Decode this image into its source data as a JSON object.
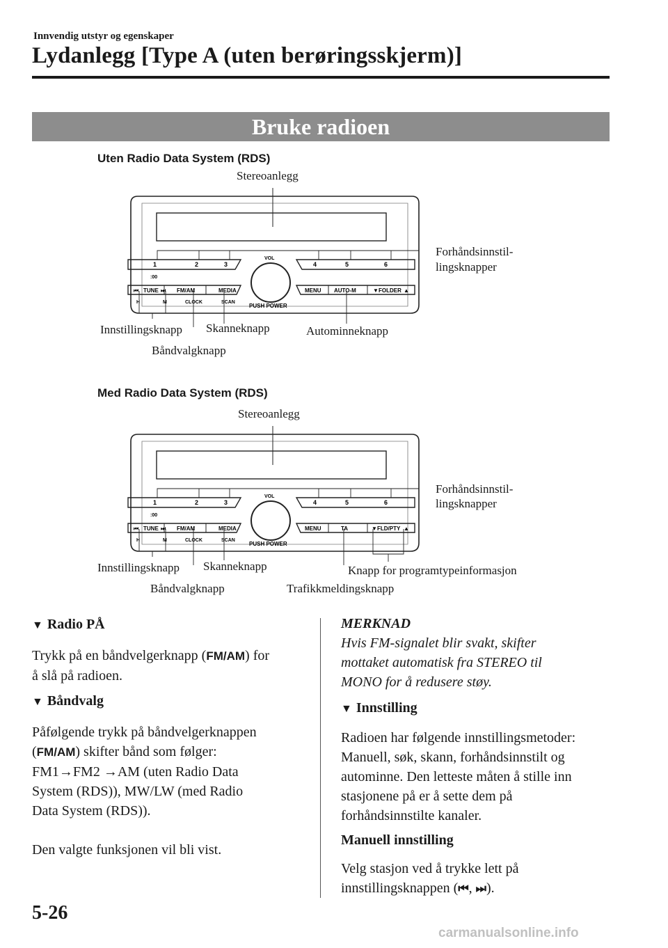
{
  "header": {
    "section": "Innvendig utstyr og egenskaper",
    "title": "Lydanlegg [Type A (uten berøringsskjerm)]"
  },
  "banner": "Bruke radioen",
  "diagram_common": {
    "presets": [
      "1",
      "2",
      "3",
      "4",
      "5",
      "6"
    ],
    "clock_hint": ":00",
    "vol": "VOL",
    "push_power": "PUSH POWER",
    "tune": "TUNE",
    "fmam": "FM/AM",
    "media": "MEDIA",
    "menu": "MENU",
    "h": "H",
    "m": "M",
    "clock": "CLOCK",
    "scan": "SCAN"
  },
  "diagram1": {
    "heading": "Uten Radio Data System (RDS)",
    "btn_center": "AUTO-M",
    "btn_right": "FOLDER",
    "labels": {
      "stereo": "Stereoanlegg",
      "preset_1": "Forhåndsinnstil-",
      "preset_2": "lingsknapper",
      "tuning": "Innstillingsknapp",
      "scan": "Skanneknapp",
      "automemory": "Autominneknapp",
      "band": "Båndvalgknapp"
    }
  },
  "diagram2": {
    "heading": "Med Radio Data System (RDS)",
    "btn_center": "TA",
    "btn_right": "FLD/PTY",
    "labels": {
      "stereo": "Stereoanlegg",
      "preset_1": "Forhåndsinnstil-",
      "preset_2": "lingsknapper",
      "tuning": "Innstillingsknapp",
      "scan": "Skanneknapp",
      "pty": "Knapp for programtypeinformasjon",
      "band": "Båndvalgknapp",
      "traffic": "Trafikkmeldingsknapp"
    }
  },
  "left": {
    "radio_on_heading": "Radio PÅ",
    "radio_on_text_1": "Trykk på en båndvelgerknapp (",
    "radio_on_btn": "FM/AM",
    "radio_on_text_2": ") for",
    "radio_on_text_3": "å slå på radioen.",
    "band_heading": "Båndvalg",
    "band_text_1": "Påfølgende trykk på båndvelgerknappen",
    "band_btn": "FM/AM",
    "band_text_2": ") skifter bånd som følger:",
    "band_text_3": "FM1→FM2 →AM (uten Radio Data",
    "band_text_4": "System (RDS)), MW/LW (med Radio",
    "band_text_5": "Data System (RDS)).",
    "band_text_6": "Den valgte funksjonen vil bli vist."
  },
  "right": {
    "note_heading": "MERKNAD",
    "note_1": "Hvis FM-signalet blir svakt, skifter",
    "note_2": "mottaket automatisk fra STEREO til",
    "note_3": "MONO for å redusere støy.",
    "tuning_heading": "Innstilling",
    "tuning_1": "Radioen har følgende innstillingsmetoder:",
    "tuning_2": "Manuell, søk, skann, forhåndsinnstilt og",
    "tuning_3": "autominne. Den letteste måten å stille inn",
    "tuning_4": "stasjonene på er å sette dem på",
    "tuning_5": "forhåndsinnstilte kanaler.",
    "manual_heading": "Manuell innstilling",
    "manual_1": "Velg stasjon ved å trykke lett på",
    "manual_2": "innstillingsknappen (",
    "manual_3": ")."
  },
  "page_number": "5-26",
  "watermark": "carmanualsonline.info"
}
